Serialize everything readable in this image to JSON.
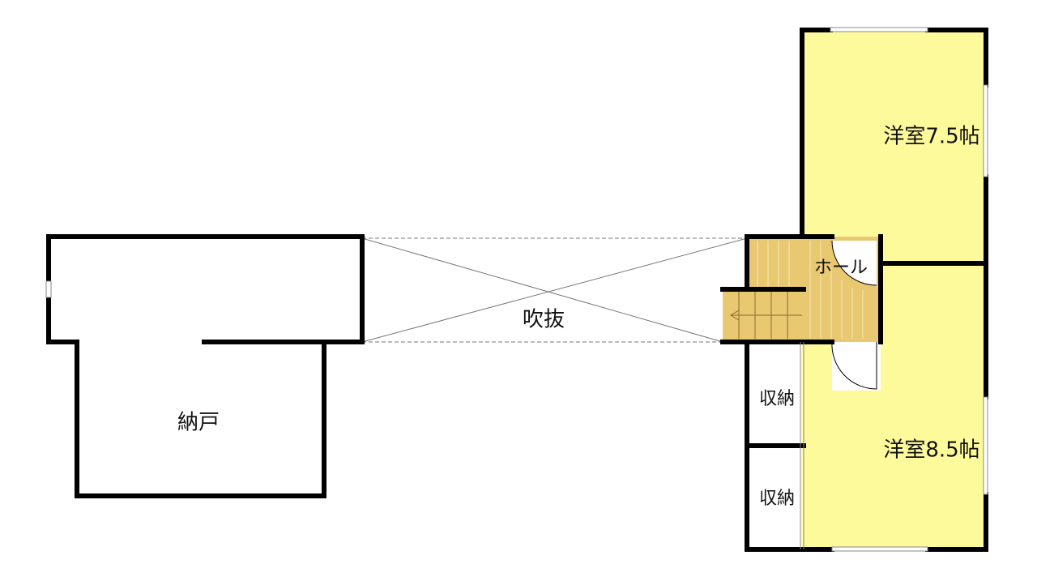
{
  "rooms": {
    "western_room_upper": "洋室7.5帖",
    "western_room_lower": "洋室8.5帖",
    "hall": "ホール",
    "void": "吹抜",
    "storeroom": "納戸",
    "closet_upper": "収納",
    "closet_lower": "収納"
  },
  "colors": {
    "room_fill": "#fdfa9c",
    "stair_fill": "#e9c872",
    "wall": "#000000"
  }
}
